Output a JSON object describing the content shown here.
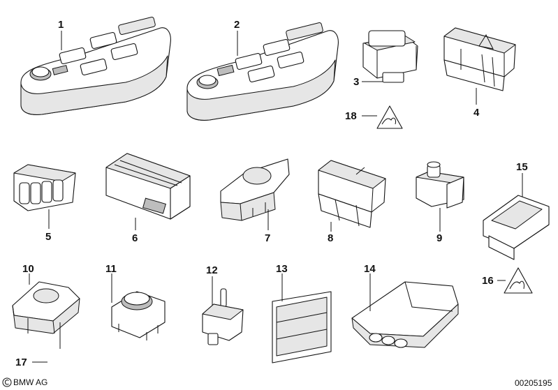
{
  "labels": {
    "l1": "1",
    "l2": "2",
    "l3": "3",
    "l4": "4",
    "l5": "5",
    "l6": "6",
    "l7": "7",
    "l8": "8",
    "l9": "9",
    "l10": "10",
    "l11": "11",
    "l12": "12",
    "l13": "13",
    "l14": "14",
    "l15": "15",
    "l16": "16",
    "l17": "17",
    "l18": "18"
  },
  "footer": {
    "brand": "BMW AG",
    "diagram_id": "00205195"
  },
  "icons": {
    "brand_logo": "copyright-icon",
    "warning_triangle": "hazard-triangle-icon",
    "child_lock": "child-lock-warning-icon"
  },
  "colors": {
    "line": "#111111",
    "background": "#ffffff"
  }
}
